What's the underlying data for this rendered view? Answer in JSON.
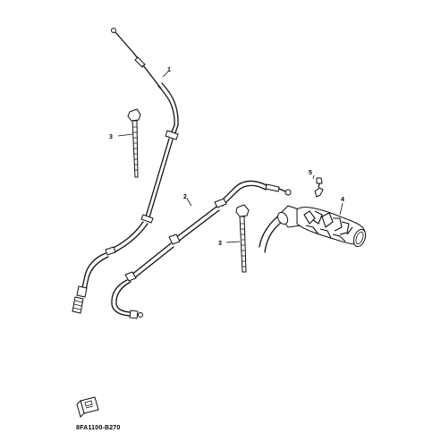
{
  "diagram": {
    "callouts": {
      "throttle_cable": "1",
      "choke_cable": "2",
      "cable_tie_left": "3",
      "cable_tie_right": "3",
      "grip": "4",
      "clip": "5"
    },
    "footer_code": "8FA1100-B270"
  }
}
